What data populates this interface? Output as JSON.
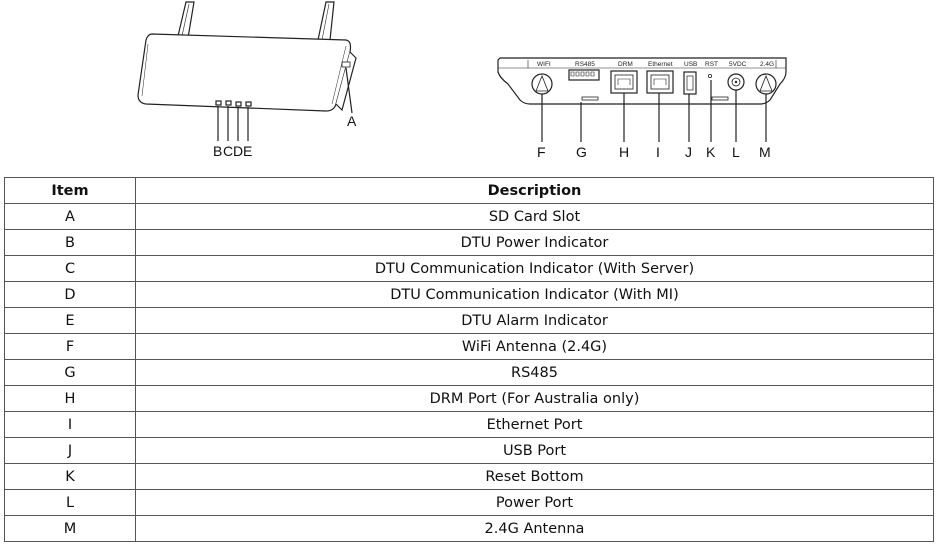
{
  "figure": {
    "callouts_top": [
      "A",
      "B",
      "C",
      "D",
      "E"
    ],
    "callouts_bottom": [
      "F",
      "G",
      "H",
      "I",
      "J",
      "K",
      "L",
      "M"
    ],
    "port_labels": [
      "WIFI",
      "RS485",
      "DRM",
      "Ethernet",
      "USB",
      "RST",
      "5VDC",
      "2.4G"
    ]
  },
  "table": {
    "headers": [
      "Item",
      "Description"
    ],
    "rows": [
      {
        "item": "A",
        "description": "SD Card Slot"
      },
      {
        "item": "B",
        "description": "DTU Power Indicator"
      },
      {
        "item": "C",
        "description": "DTU Communication Indicator (With Server)"
      },
      {
        "item": "D",
        "description": "DTU Communication Indicator (With MI)"
      },
      {
        "item": "E",
        "description": "DTU Alarm Indicator"
      },
      {
        "item": "F",
        "description": "WiFi Antenna (2.4G)"
      },
      {
        "item": "G",
        "description": "RS485"
      },
      {
        "item": "H",
        "description": "DRM Port (For Australia only)"
      },
      {
        "item": "I",
        "description": "Ethernet Port"
      },
      {
        "item": "J",
        "description": "USB Port"
      },
      {
        "item": "K",
        "description": "Reset Bottom"
      },
      {
        "item": "L",
        "description": "Power Port"
      },
      {
        "item": "M",
        "description": "2.4G Antenna"
      }
    ]
  }
}
